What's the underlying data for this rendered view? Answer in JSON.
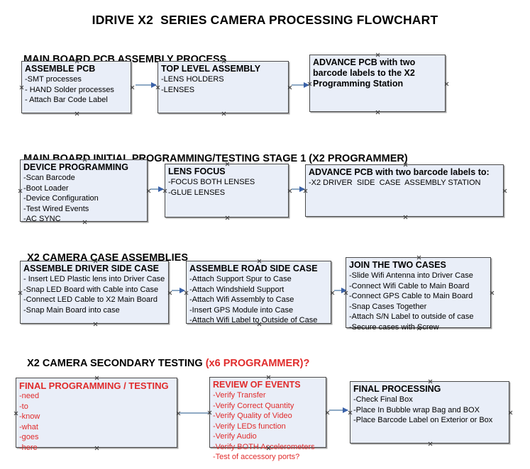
{
  "document": {
    "title": "IDRIVE X2  SERIES CAMERA PROCESSING FLOWCHART"
  },
  "colors": {
    "box_fill": "#e9eef8",
    "box_border": "#4a4a4a",
    "accent_red": "#e02b2b",
    "arrow_line": "#8ea9c4",
    "arrow_head": "#3b62a8",
    "text": "#000000"
  },
  "sections": [
    {
      "id": "main-board-pcb-assembly",
      "heading": "MAIN BOARD PCB ASSEMBLY PROCESS",
      "heading_accent": "",
      "boxes": [
        {
          "id": "assemble-pcb",
          "title": "ASSEMBLE PCB",
          "red": false,
          "lines": [
            "-SMT processes",
            "- HAND Solder processes",
            "- Attach Bar Code Label"
          ]
        },
        {
          "id": "top-level-assembly",
          "title": "TOP LEVEL ASSEMBLY",
          "red": false,
          "lines": [
            "-LENS HOLDERS",
            "-LENSES"
          ]
        },
        {
          "id": "advance-pcb-x2-programming-station",
          "title": "ADVANCE PCB with two\nbarcode labels to the\n X2 Programming Station",
          "red": false,
          "lines": []
        }
      ]
    },
    {
      "id": "main-board-initial-programming",
      "heading": "MAIN BOARD INITIAL PROGRAMMING/TESTING STAGE 1 (X2 PROGRAMMER)",
      "heading_accent": "",
      "boxes": [
        {
          "id": "device-programming",
          "title": "DEVICE PROGRAMMING",
          "red": false,
          "lines": [
            "-Scan Barcode",
            "-Boot Loader",
            "-Device Configuration",
            "-Test Wired Events",
            "-AC SYNC"
          ]
        },
        {
          "id": "lens-focus",
          "title": "LENS FOCUS",
          "red": false,
          "lines": [
            "-FOCUS BOTH LENSES",
            "-GLUE LENSES"
          ]
        },
        {
          "id": "advance-pcb-driver-side-case",
          "title": "ADVANCE PCB with two barcode labels to:",
          "red": false,
          "lines": [
            "-X2 DRIVER  SIDE  CASE  ASSEMBLY STATION"
          ]
        }
      ]
    },
    {
      "id": "x2-camera-case-assemblies",
      "heading": "X2 CAMERA CASE ASSEMBLIES",
      "heading_accent": "",
      "boxes": [
        {
          "id": "assemble-driver-side-case",
          "title": "ASSEMBLE DRIVER SIDE CASE",
          "red": false,
          "lines": [
            "- Insert LED Plastic lens into Driver Case",
            "-Snap LED Board with Cable into Case",
            "-Connect LED Cable to X2 Main Board",
            "-Snap Main Board into case"
          ]
        },
        {
          "id": "assemble-road-side-case",
          "title": "ASSEMBLE ROAD SIDE CASE",
          "red": false,
          "lines": [
            "-Attach Support Spur to Case",
            "-Attach Windshield Support",
            "-Attach Wifi Assembly to Case",
            "-Insert GPS Module into Case",
            "-Attach Wifi Label to Outside of Case"
          ]
        },
        {
          "id": "join-the-two-cases",
          "title": "JOIN THE TWO CASES",
          "red": false,
          "lines": [
            "-Slide Wifi Antenna into Driver Case",
            "-Connect Wifi Cable to Main Board",
            "-Connect GPS Cable to Main Board",
            "-Snap Cases Together",
            "-Attach S/N Label to outside of case",
            "-Secure cases with Screw"
          ]
        }
      ]
    },
    {
      "id": "x2-camera-secondary-testing",
      "heading": "X2 CAMERA SECONDARY TESTING ",
      "heading_accent": "(x6 PROGRAMMER)?",
      "boxes": [
        {
          "id": "final-programming-testing",
          "title": "FINAL PROGRAMMING / TESTING",
          "red": true,
          "lines": [
            "-need",
            "-to",
            "-know",
            "-what",
            "-goes",
            "-here"
          ]
        },
        {
          "id": "review-of-events",
          "title": "REVIEW OF EVENTS",
          "red": true,
          "lines": [
            "-Verify Transfer",
            "-Verify Correct Quantity",
            "-Verify Quality of Video",
            "-Verify LEDs function",
            "-Verify Audio",
            "-Verify BOTH Accelerometers",
            "-Test of accessory ports?"
          ]
        },
        {
          "id": "final-processing",
          "title": "FINAL PROCESSING",
          "red": false,
          "lines": [
            "-Check Final Box",
            "-Place In Bubble wrap Bag and BOX",
            "-Place Barcode Label on Exterior or Box"
          ]
        }
      ]
    }
  ]
}
